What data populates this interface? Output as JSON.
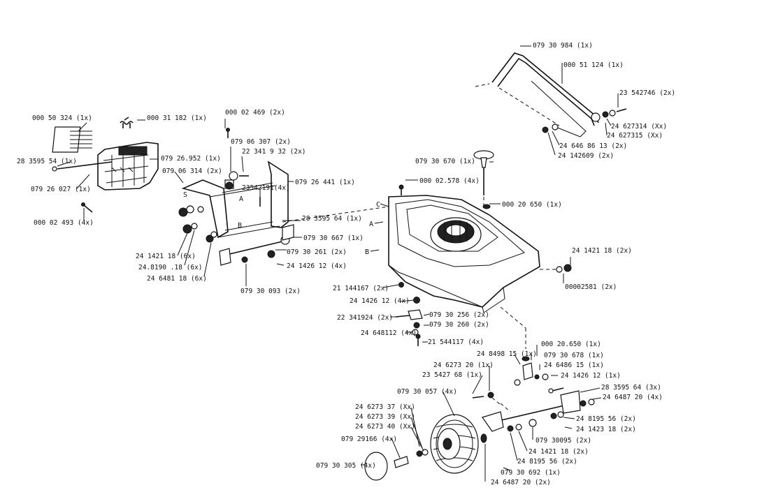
{
  "parts": {
    "p_0005032": "000 50 324 (1x)",
    "p_0003118": "000 31 182 (1x)",
    "p_2835955_l": "28 3595 54 (1x)",
    "p_0792695": "079 26.952 (1x)",
    "p_0792602": "079 26 027 (1x)",
    "p_0000249": "000 02 493 (4x)",
    "p_0000246": "000 02 469 (2x)",
    "p_0790630": "079 06 307 (2x)",
    "p_2234193_t": "22 341 9 32 (2x)",
    "p_0790631": "079 06 314 (2x)",
    "p_0792644": "079 26 441 (1x)",
    "p_2354219": "23542191(4x)",
    "p_2835956_m": "28 3595 64 (1x)",
    "p_0793066": "079 30 667 (1x)",
    "p_0793026": "079 30 261 (2x)",
    "p_2414261_m": "24 1426 12 (4x)",
    "p_2414211_l": "24 1421 18 (6x)",
    "p_2481901": "24.8190 .18 (6x)",
    "p_2464811": "24 6481 18 (6x)",
    "p_0793009": "079 30 093 (2x)",
    "p_0793098": "079 30 984 (1x)",
    "p_0005112": "000 51 124 (1x)",
    "p_2354274": "23 542746 (2x)",
    "p_2462731_h": "24 627314 (Xx)",
    "p_2462731_i": "24 627315 (Xx)",
    "p_2464861": "24 646 86 13 (2x)",
    "p_2414260": "24 142609 (2x)",
    "p_0793067": "079 30 670 (1x)",
    "p_0000257": "000 02.578 (4x)",
    "p_0002065_u": "000 20 650 (1x)",
    "p_2414211_r": "24 1421 18 (2x)",
    "p_0000258": "00002581 (2x)",
    "p_2114416": "21 144167 (2x)",
    "p_2414261_c": "24 1426 12 (4x)",
    "p_2234192": "22 341924 (2x)",
    "p_0793025": "079 30 256 (2x)",
    "p_0793026b": "079 30 260 (2x)",
    "p_2464811_c": "24 648112 (4x)",
    "p_2154411": "21 544117 (4x)",
    "p_0002065_l": "000 20.650 (1x)",
    "p_2484981": "24 8498 15 (1x)",
    "p_0793067_b": "079 30 678 (1x)",
    "p_2462732": "24 6273 20 (1x)",
    "p_2464861_b": "24 6486 15 (1x)",
    "p_2354276": "23 5427 68 (1x)",
    "p_2414261_b": "24 1426 12 (1x)",
    "p_0793005": "079 30 057 (4x)",
    "p_2835956_r": "28 3595 64 (3x)",
    "p_2464872_r": "24 6487 20 (4x)",
    "p_2462733_a": "24 6273 37 (Xx)",
    "p_2462733_b": "24 6273 39 (Xx)",
    "p_2462734": "24 6273 40 (Xx)",
    "p_2481955_a": "24 8195 56 (2x)",
    "p_2414231": "24 1423 18 (2x)",
    "p_0792916": "079 29166 (4x)",
    "p_0793009_b": "079 30095 (2x)",
    "p_2414211_b": "24 1421 18 (2x)",
    "p_0793030": "079 30 305 (4x)",
    "p_2481955_b": "24 8195 56 (2x)",
    "p_0793069": "079 30 692 (1x)",
    "p_2464872_b": "24 6487 20 (2x)"
  },
  "markers": {
    "c": "C",
    "a": "A",
    "b": "B",
    "s": "S",
    "a2": "A",
    "b2": "B"
  }
}
